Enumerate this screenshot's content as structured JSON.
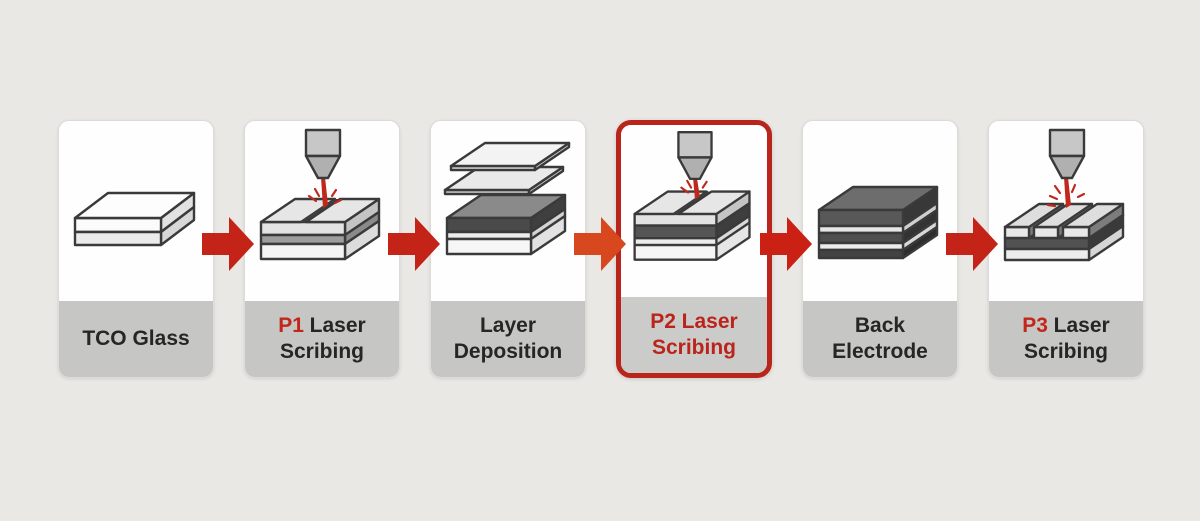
{
  "background": "#e9e8e5",
  "colors": {
    "arrow_red": "#c42418",
    "arrow_orange": "#d8481f",
    "arrow_bright_red": "#cb2014",
    "highlight_border": "#b9251b",
    "accent_red": "#c2271b",
    "laser_red": "#c1281c",
    "label_bg": "#c6c6c4",
    "text_dark": "#262626"
  },
  "steps": [
    {
      "name": "TCO Glass",
      "line1": "TCO Glass",
      "highlighted": false,
      "icon": "tco-glass-icon"
    },
    {
      "name": "P1 Laser Scribing",
      "prefix": "P1",
      "line1_rest": "Laser",
      "line2": "Scribing",
      "highlighted": false,
      "icon": "p1-laser-scribing-icon"
    },
    {
      "name": "Layer Deposition",
      "line1": "Layer",
      "line2": "Deposition",
      "highlighted": false,
      "icon": "layer-deposition-icon"
    },
    {
      "name": "P2 Laser Scribing",
      "prefix": "P2",
      "line1_rest": "Laser",
      "line2": "Scribing",
      "highlighted": true,
      "icon": "p2-laser-scribing-icon"
    },
    {
      "name": "Back Electrode",
      "line1": "Back",
      "line2": "Electrode",
      "highlighted": false,
      "icon": "back-electrode-icon"
    },
    {
      "name": "P3 Laser Scribing",
      "prefix": "P3",
      "line1_rest": "Laser",
      "line2": "Scribing",
      "highlighted": false,
      "icon": "p3-laser-scribing-icon"
    }
  ],
  "arrows": [
    {
      "color": "#c42418"
    },
    {
      "color": "#c42418"
    },
    {
      "color": "#d8481f"
    },
    {
      "color": "#cb2014"
    },
    {
      "color": "#c42418"
    }
  ]
}
